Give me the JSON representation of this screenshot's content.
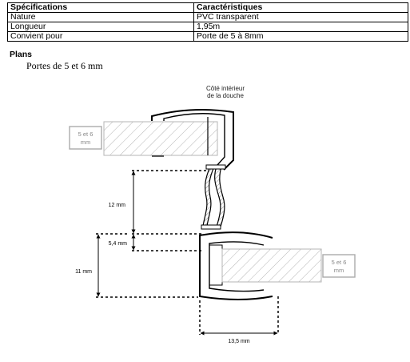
{
  "table": {
    "headers": [
      "Spécifications",
      "Caractéristiques"
    ],
    "rows": [
      [
        "Nature",
        "PVC transparent"
      ],
      [
        "Longueur",
        "1,95m"
      ],
      [
        "Convient pour",
        "Porte de 5 à 8mm"
      ]
    ]
  },
  "section": {
    "title": "Plans",
    "subtitle": "Portes de 5 et 6 mm"
  },
  "drawing": {
    "label_inside_1": "Côté intérieur",
    "label_inside_2": "de la douche",
    "glass_top_1": "5 et 6",
    "glass_top_2": "mm",
    "glass_bottom_1": "5 et 6",
    "glass_bottom_2": "mm",
    "dim_12": "12 mm",
    "dim_5_4": "5,4  mm",
    "dim_11": "11 mm",
    "dim_13_5": "13,5 mm"
  }
}
